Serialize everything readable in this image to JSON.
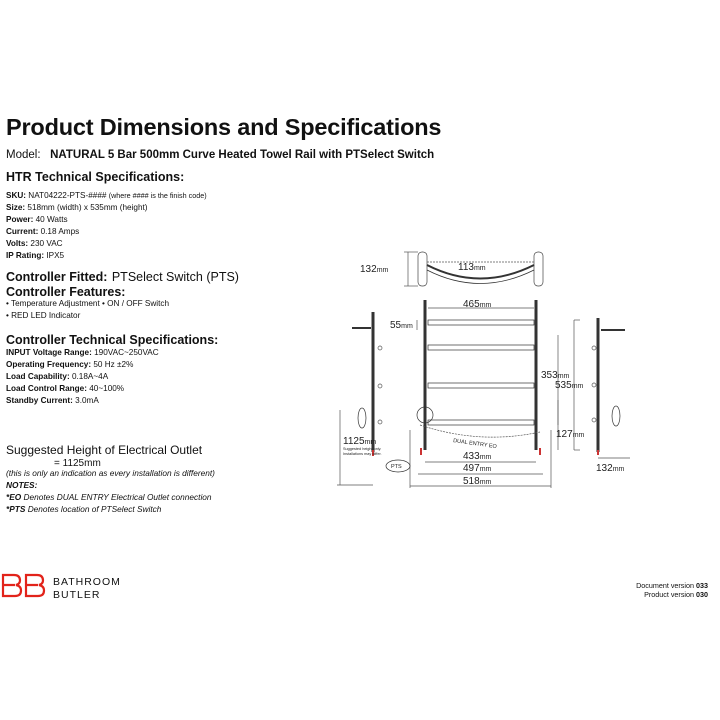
{
  "title": "Product Dimensions and Specifications",
  "model": {
    "label": "Model:",
    "value": "NATURAL 5 Bar 500mm Curve Heated Towel Rail with PTSelect Switch"
  },
  "htr_specs": {
    "heading": "HTR Technical Specifications:",
    "sku_label": "SKU:",
    "sku_value": "NAT04222-PTS-####",
    "sku_note": "(where #### is the finish code)",
    "size_label": "Size:",
    "size_value": "518mm (width) x 535mm (height)",
    "power_label": "Power:",
    "power_value": "40 Watts",
    "current_label": "Current:",
    "current_value": "0.18 Amps",
    "volts_label": "Volts:",
    "volts_value": "230 VAC",
    "ip_label": "IP Rating:",
    "ip_value": "IPX5"
  },
  "controller_fitted": {
    "label": "Controller Fitted:",
    "value": "PTSelect Switch (PTS)"
  },
  "controller_features": {
    "heading": "Controller Features:",
    "line1": "• Temperature Adjustment • ON / OFF Switch",
    "line2": "• RED LED Indicator"
  },
  "controller_specs": {
    "heading": "Controller Technical Specifications:",
    "input_label": "INPUT Voltage Range:",
    "input_value": "190VAC~250VAC",
    "freq_label": "Operating Frequency:",
    "freq_value": "50 Hz ±2%",
    "load_label": "Load Capability:",
    "load_value": "0.18A~4A",
    "range_label": "Load Control Range:",
    "range_value": "40~100%",
    "standby_label": "Standby Current:",
    "standby_value": "3.0mA"
  },
  "outlet": {
    "heading": "Suggested Height of Electrical Outlet",
    "value": "= 1125mm",
    "note": "(this is only an indication as every installation is different)"
  },
  "notes": {
    "heading": "NOTES:",
    "eo_abbr": "*EO",
    "eo_text": "Denotes DUAL ENTRY Electrical Outlet connection",
    "pts_abbr": "*PTS",
    "pts_text": "Denotes location of PTSelect Switch"
  },
  "brand": {
    "line1": "BATHROOM",
    "line2": "BUTLER",
    "color": "#e2231a"
  },
  "version": {
    "doc_label": "Document version",
    "doc_value": "033",
    "prod_label": "Product version",
    "prod_value": "030"
  },
  "drawing": {
    "top_depth": "132",
    "top_curve": "113",
    "width_465": "465",
    "spacing_55": "55",
    "height_353": "353",
    "height_535": "535",
    "bottom_127": "127",
    "width_433": "433",
    "width_497": "497",
    "width_518": "518",
    "outlet_1125": "1125",
    "outlet_caption1": "Suggested height only.",
    "outlet_caption2": "Installations may differ.",
    "side_depth": "132",
    "unit": "mm",
    "dual_entry": "DUAL ENTRY EO",
    "pts_tag": "PTS"
  }
}
